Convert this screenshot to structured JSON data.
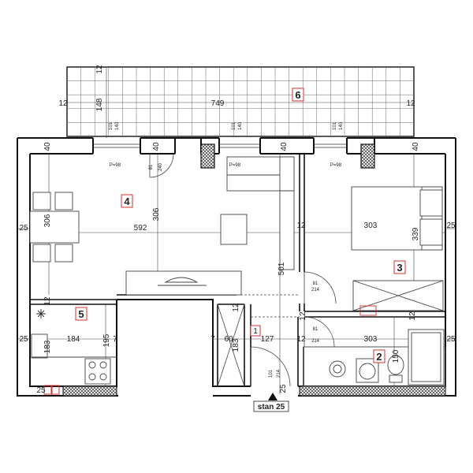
{
  "rooms": [
    {
      "num": "1"
    },
    {
      "num": "2"
    },
    {
      "num": "3"
    },
    {
      "num": "4"
    },
    {
      "num": "5"
    },
    {
      "num": "6"
    }
  ],
  "dims": {
    "terrace_top": "12",
    "terrace_left": "12",
    "terrace_right": "12",
    "terrace_depth": "148",
    "terrace_width": "749",
    "wall_40_a": "40",
    "wall_40_b": "40",
    "wall_40_c": "40",
    "wall_40_d": "40",
    "living_h1": "306",
    "living_h2": "306",
    "living_w": "592",
    "left_outer": "25",
    "right_outer_top": "25",
    "right_outer_bot": "25",
    "left_outer_bot": "25",
    "bed_w": "303",
    "bed_h": "339",
    "partition_12a": "12",
    "partition_12b": "12",
    "partition_12c": "12",
    "partition_12d": "12",
    "partition_12e": "12",
    "hall_depth": "501",
    "kitchen_w": "184",
    "kitchen_h": "195",
    "kitchen_sub": "183",
    "seven_a": "7",
    "seven_b": "7",
    "closet_w": "60",
    "closet_h": "183",
    "hall_w": "127",
    "bath_w": "303",
    "bath_h": "150",
    "entrance_25": "25",
    "bottom_25": "25"
  },
  "doors": {
    "living_door_top": "81",
    "living_door_bot": "240",
    "bed_door_top": "81",
    "bed_door_bot": "214",
    "bath_door_top": "81",
    "bath_door_bot": "214",
    "entry_door_top": "101",
    "entry_door_bot": "214"
  },
  "windows": {
    "w1_top": "101",
    "w1_bot": "140",
    "w1_p": "P=98",
    "w2_top": "101",
    "w2_bot": "140",
    "w2_p": "P=98",
    "w3_top": "101",
    "w3_bot": "140",
    "w3_p": "P=98"
  },
  "entrance": {
    "label": "stan 25"
  },
  "colors": {
    "wall": "#222222",
    "hatch": "#555555",
    "marker": "#d32f2f",
    "grid": "#555555"
  }
}
